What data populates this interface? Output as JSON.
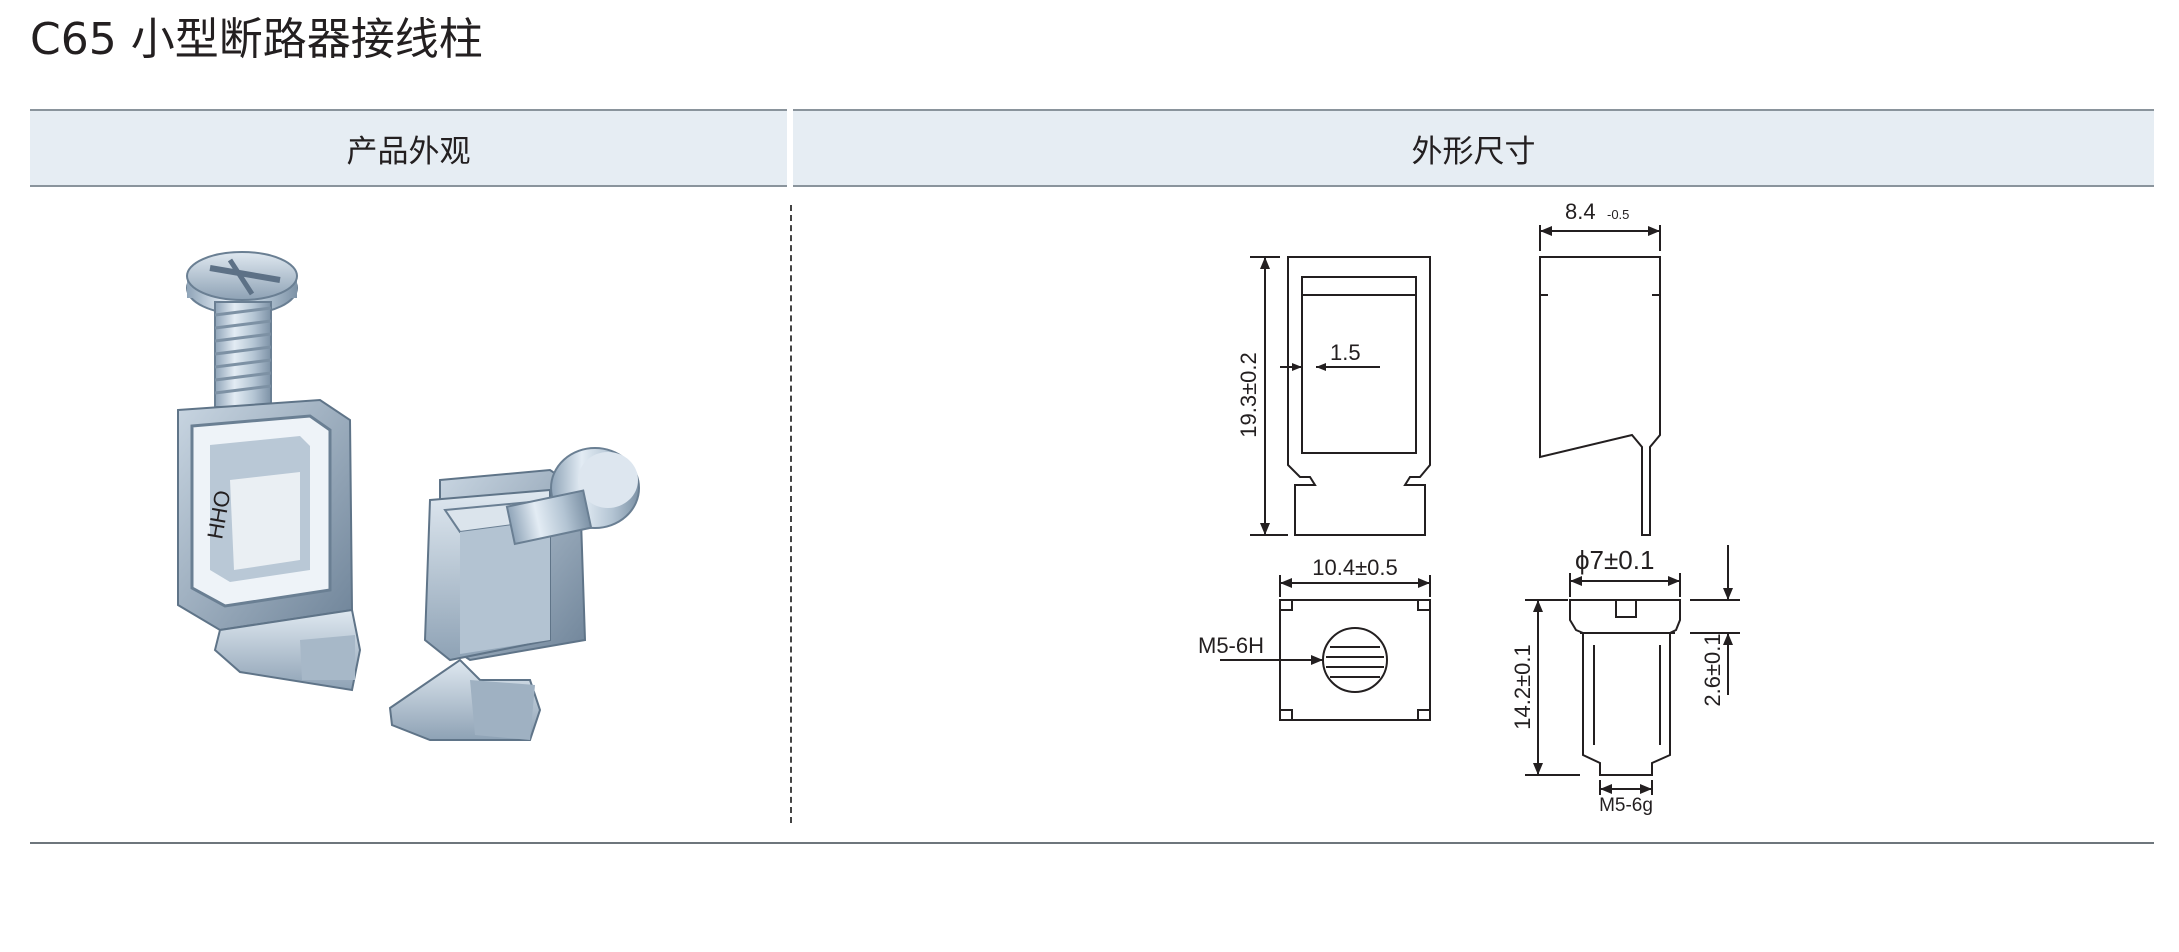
{
  "document": {
    "title": "C65 小型断路器接线柱"
  },
  "table": {
    "headers": {
      "appearance": "产品外观",
      "dimensions": "外形尺寸"
    }
  },
  "drawing": {
    "top_width": "8.4",
    "top_width_tol": "-0.5",
    "height": "19.3±0.2",
    "wall": "1.5",
    "base_width": "10.4±0.5",
    "thread_nut": "M5-6H",
    "head_diameter": "ϕ7±0.1",
    "screw_length": "14.2±0.1",
    "head_height": "2.6±0.1",
    "thread_screw": "M5-6g"
  }
}
